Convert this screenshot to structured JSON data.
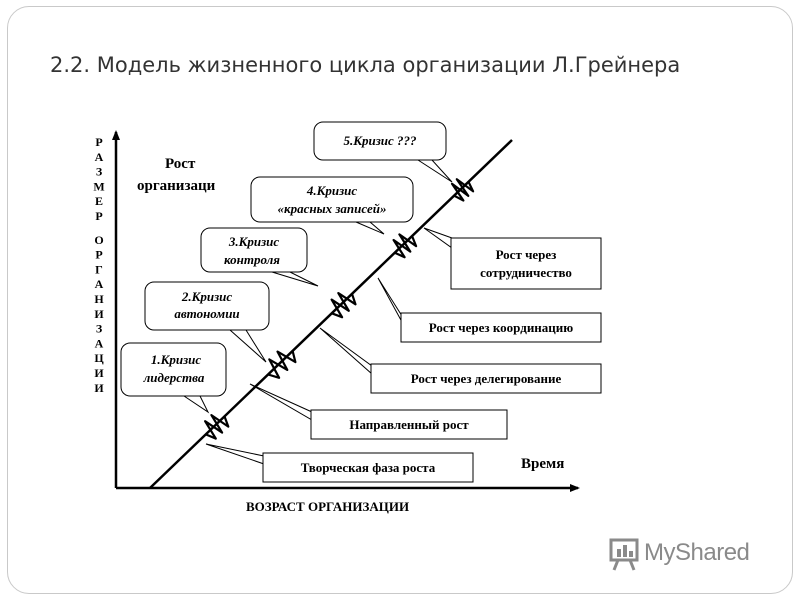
{
  "title": "2.2. Модель жизненного цикла организации Л.Грейнера",
  "y_axis_label": "РАЗМЕР ОРГАНИЗАЦИИ",
  "y_axis_top_label": [
    "Рост",
    "организаци"
  ],
  "x_axis_label": "ВОЗРАСТ ОРГАНИЗАЦИИ",
  "x_axis_end_label": "Время",
  "crises": [
    {
      "lines": [
        "1.Кризис",
        "лидерства"
      ]
    },
    {
      "lines": [
        "2.Кризис",
        "автономии"
      ]
    },
    {
      "lines": [
        "3.Кризис",
        "контроля"
      ]
    },
    {
      "lines": [
        "4.Кризис",
        "«красных записей»"
      ]
    },
    {
      "lines": [
        "5.Кризис ???"
      ]
    }
  ],
  "growth_phases": [
    {
      "lines": [
        "Творческая фаза роста"
      ]
    },
    {
      "lines": [
        "Направленный рост"
      ]
    },
    {
      "lines": [
        "Рост через делегирование"
      ]
    },
    {
      "lines": [
        "Рост через координацию"
      ]
    },
    {
      "lines": [
        "Рост через",
        "сотрудничество"
      ]
    }
  ],
  "watermark": {
    "text": "MyShared",
    "icon": "presentation-board-icon"
  }
}
